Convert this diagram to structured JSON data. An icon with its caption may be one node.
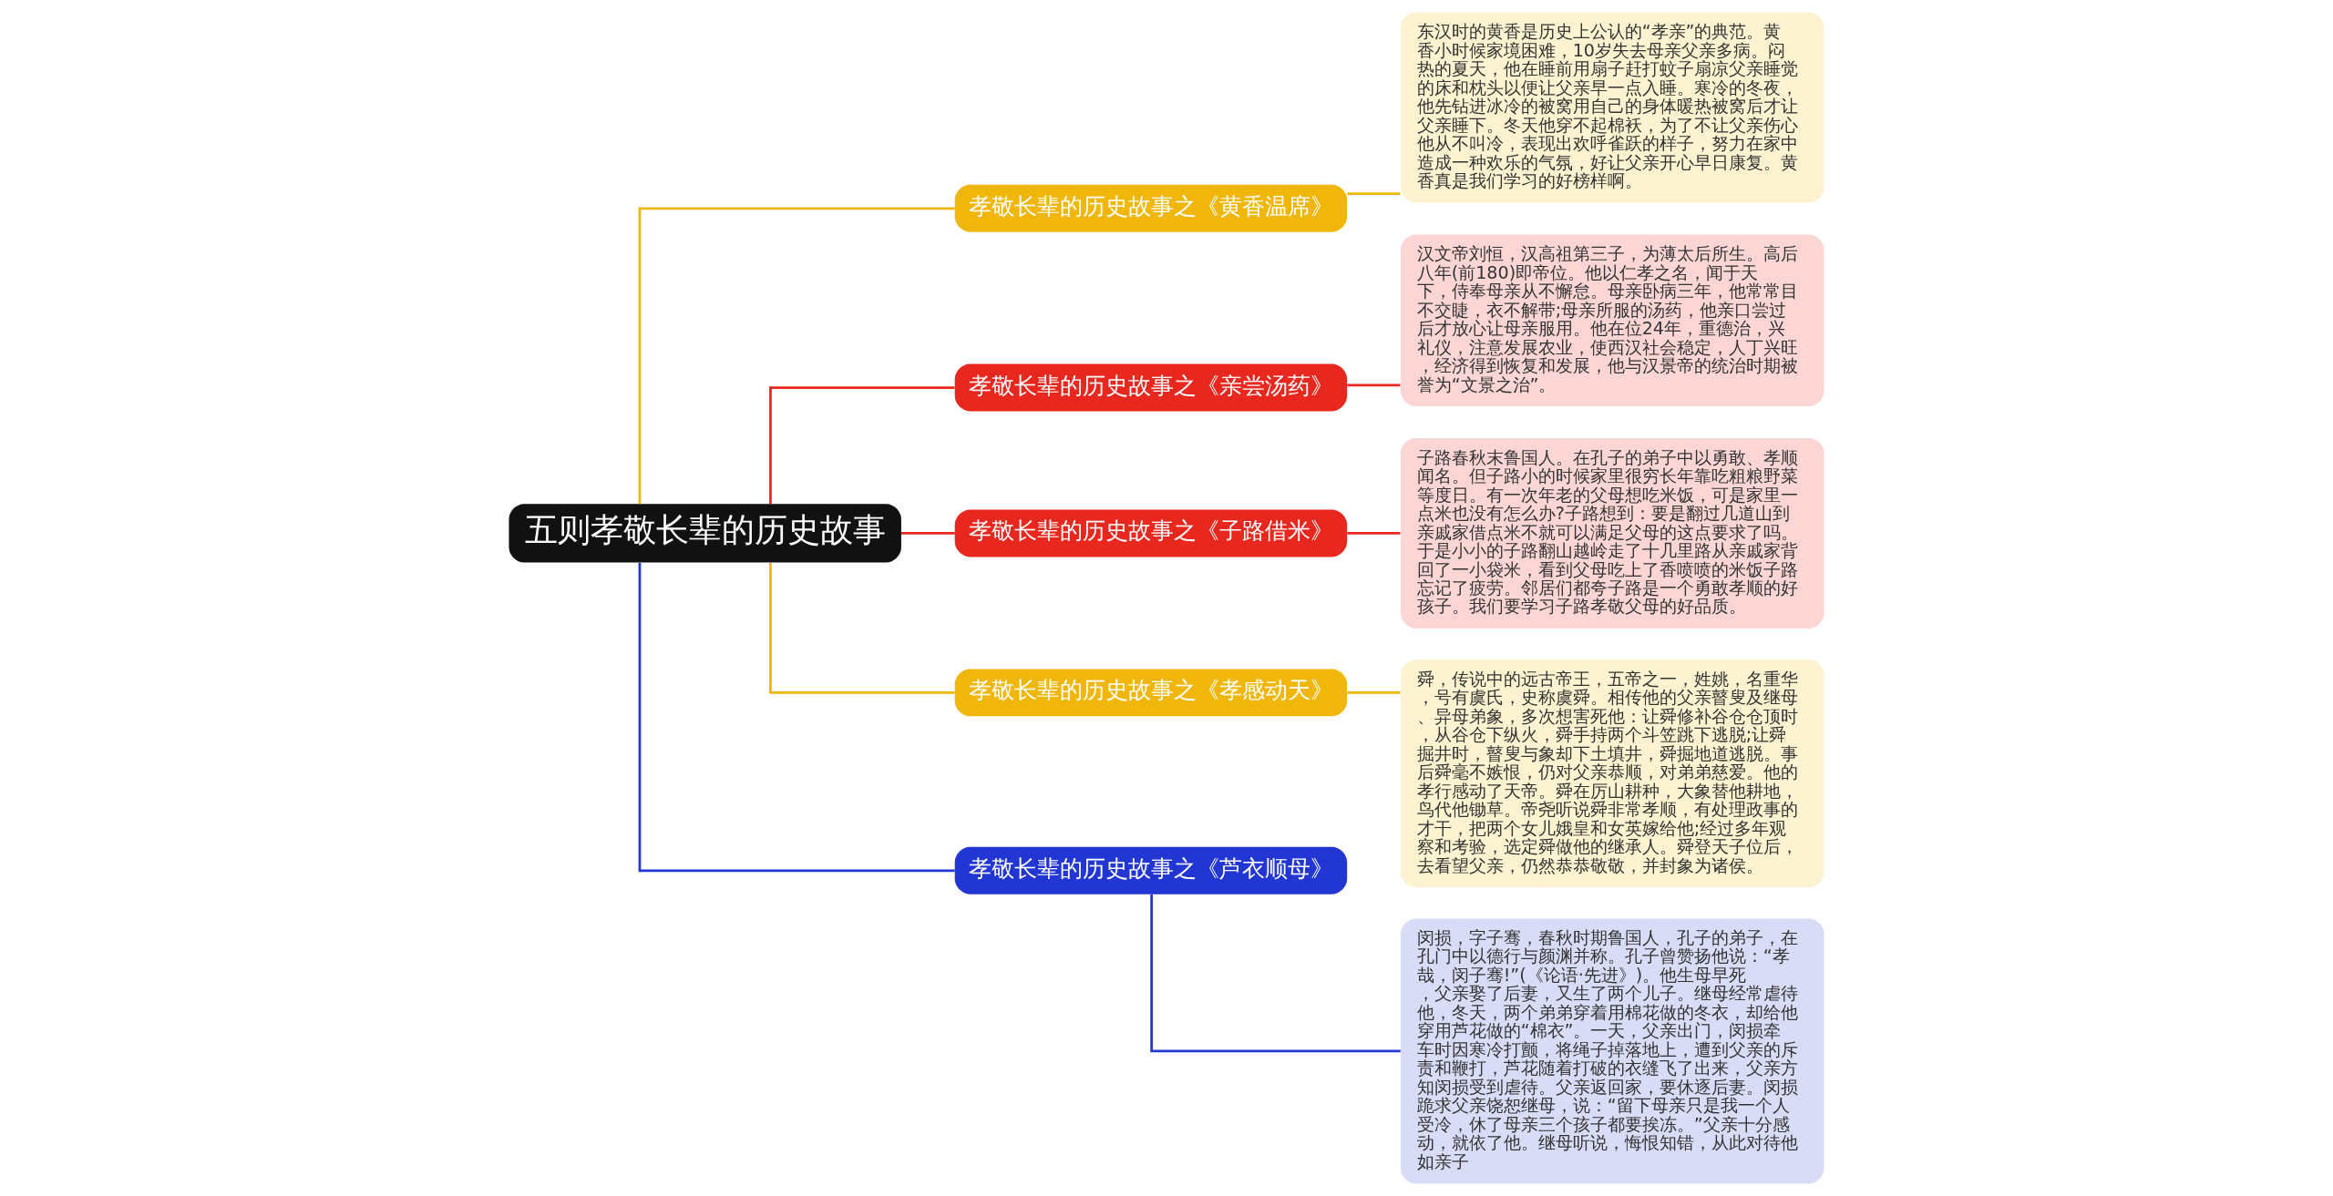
{
  "diagram": {
    "nodes": [
      {
        "text": [
          "五则孝敬长辈的历史故事"
        ]
      },
      {
        "text": [
          "孝敬长辈的历史故事之《黄香温席》"
        ]
      },
      {
        "text": [
          "东汉时的黄香是历史上公认的“孝亲”的典范。黄香小时候家境困难，10岁失去母亲父亲多病。闷热的夏天，他在睡前用扇子赶打蚊子扇凉父亲睡觉的床和枕头以便让父亲早一点入睡。寒冷的冬夜，他先钻进冰冷的被窝用自己的身体暖热被窝后才让父亲睡下。冬天他穿不起棉袄，为了不让父亲伤心他从不叫冷，表现出欢呼雀跃的样子，努力在家中造成一种欢乐的气氛，好让父亲开心早日康复。黄香真是我们学习的好榜样啊。"
        ]
      },
      {
        "text": [
          "孝敬长辈的历史故事之《亲尝汤药》"
        ]
      },
      {
        "text": [
          "汉文帝刘恒，汉高祖第三子，为薄太后所生。高后八年(前180)即帝位。他以仁孝之名，闻于天下，侍奉母亲从不懈怠。母亲卧病三年，他常常目不交睫，衣不解带;母亲所服的汤药，他亲口尝过后才放心让母亲服用。他在位24年，重德治，兴礼仪，注意发展农业，使西汉社会稳定，人丁兴旺，经济得到恢复和发展，他与汉景帝的统治时期被誉为“文景之治”。"
        ]
      },
      {
        "text": [
          "孝敬长辈的历史故事之《子路借米》"
        ]
      },
      {
        "text": [
          "子路春秋末鲁国人。在孔子的弟子中以勇敢、孝顺闻名。但子路小的时候家里很穷长年靠吃粗粮野菜等度日。有一次年老的父母想吃米饭，可是家里一点米也没有怎么办?子路想到：要是翻过几道山到亲戚家借点米不就可以满足父母的这点要求了吗。于是小小的子路翻山越岭走了十几里路从亲戚家背回了一小袋米，看到父母吃上了香喷喷的米饭子路忘记了疲劳。邻居们都夸子路是一个勇敢孝顺的好孩子。我们要学习子路孝敬父母的好品质。"
        ]
      },
      {
        "text": [
          "孝敬长辈的历史故事之《孝感动天》"
        ]
      },
      {
        "text": [
          "舜，传说中的远古帝王，五帝之一，姓姚，名重华，号有虞氏，史称虞舜。相传他的父亲瞽叟及继母、异母弟象，多次想害死他：让舜修补谷仓仓顶时，从谷仓下纵火，舜手持两个斗笠跳下逃脱;让舜掘井时，瞽叟与象却下土填井，舜掘地道逃脱。事后舜毫不嫉恨，仍对父亲恭顺，对弟弟慈爱。他的孝行感动了天帝。舜在厉山耕种，大象替他耕地，鸟代他锄草。帝尧听说舜非常孝顺，有处理政事的才干，把两个女儿娥皇和女英嫁给他;经过多年观察和考验，选定舜做他的继承人。舜登天子位后，去看望父亲，仍然恭恭敬敬，并封象为诸侯。"
        ]
      },
      {
        "text": [
          "孝敬长辈的历史故事之《芦衣顺母》"
        ]
      },
      {
        "text": [
          "闵损，字子骞，春秋时期鲁国人，孔子的弟子，在孔门中以德行与颜渊并称。孔子曾赞扬他说：“孝哉，闵子骞!”(《论语·先进》)。他生母早死，父亲娶了后妻，又生了两个儿子。继母经常虐待他，冬天，两个弟弟穿着用棉花做的冬衣，却给他穿用芦花做的“棉衣”。一天，父亲出门，闵损牵车时因寒冷打颤，将绳子掉落地上，遭到父亲的斥责和鞭打，芦花随着打破的衣缝飞了出来，父亲方知闵损受到虐待。父亲返回家，要休逐后妻。闵损跪求父亲饶恕继母，说：“留下母亲只是我一个人受冷，休了母亲三个孩子都要挨冻。”父亲十分感动，就依了他。继母听说，悔恨知错，从此对待他如亲子"
        ]
      }
    ],
    "edges": [
      {
        "from": 0,
        "to": 1,
        "arrow": "none",
        "color": "#f0b70a"
      },
      {
        "from": 1,
        "to": 2,
        "arrow": "none",
        "color": "#f0b70a"
      },
      {
        "from": 0,
        "to": 3,
        "arrow": "none",
        "color": "#e8281e"
      },
      {
        "from": 3,
        "to": 4,
        "arrow": "none",
        "color": "#e8281e"
      },
      {
        "from": 0,
        "to": 5,
        "arrow": "none",
        "color": "#e8281e"
      },
      {
        "from": 5,
        "to": 6,
        "arrow": "none",
        "color": "#e8281e"
      },
      {
        "from": 0,
        "to": 7,
        "arrow": "none",
        "color": "#f0b70a"
      },
      {
        "from": 7,
        "to": 8,
        "arrow": "none",
        "color": "#f0b70a"
      },
      {
        "from": 0,
        "to": 9,
        "arrow": "none",
        "color": "#2236d4"
      },
      {
        "from": 9,
        "to": 10,
        "arrow": "none",
        "color": "#2236d4"
      }
    ]
  }
}
